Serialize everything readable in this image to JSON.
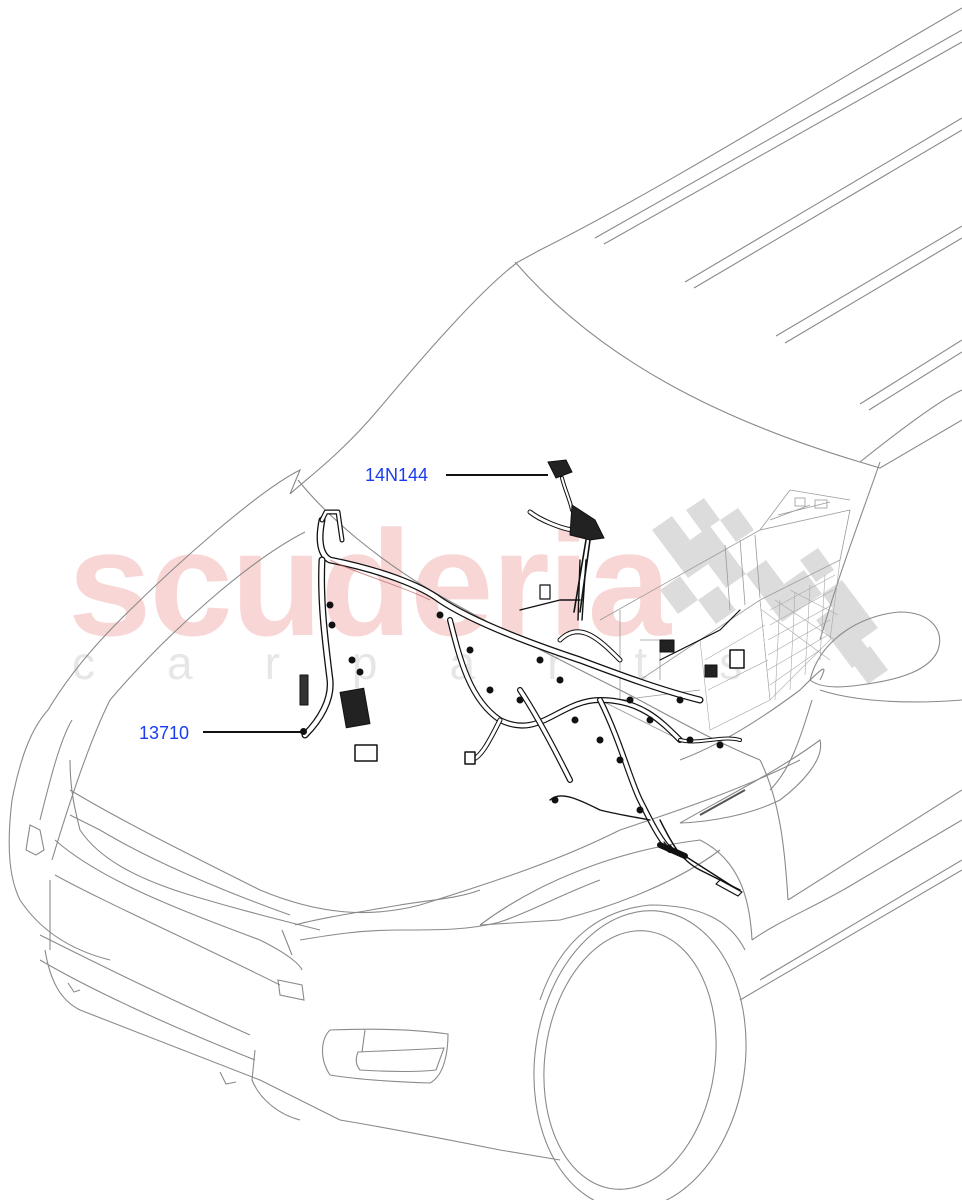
{
  "diagram": {
    "subject": "Vehicle front line drawing with engine compartment wiring harness",
    "colors": {
      "outline": "#8a8a8a",
      "harness": "#111111",
      "callout_text": "#1a3cf0",
      "watermark_main": "#f7cfd0",
      "watermark_sub": "#e6e6e6",
      "checker": "#d9d9d9"
    }
  },
  "callouts": [
    {
      "id": "callout-14n144",
      "label": "14N144"
    },
    {
      "id": "callout-13710",
      "label": "13710"
    }
  ],
  "watermark": {
    "main": "scuderia",
    "sub": "carparts"
  }
}
